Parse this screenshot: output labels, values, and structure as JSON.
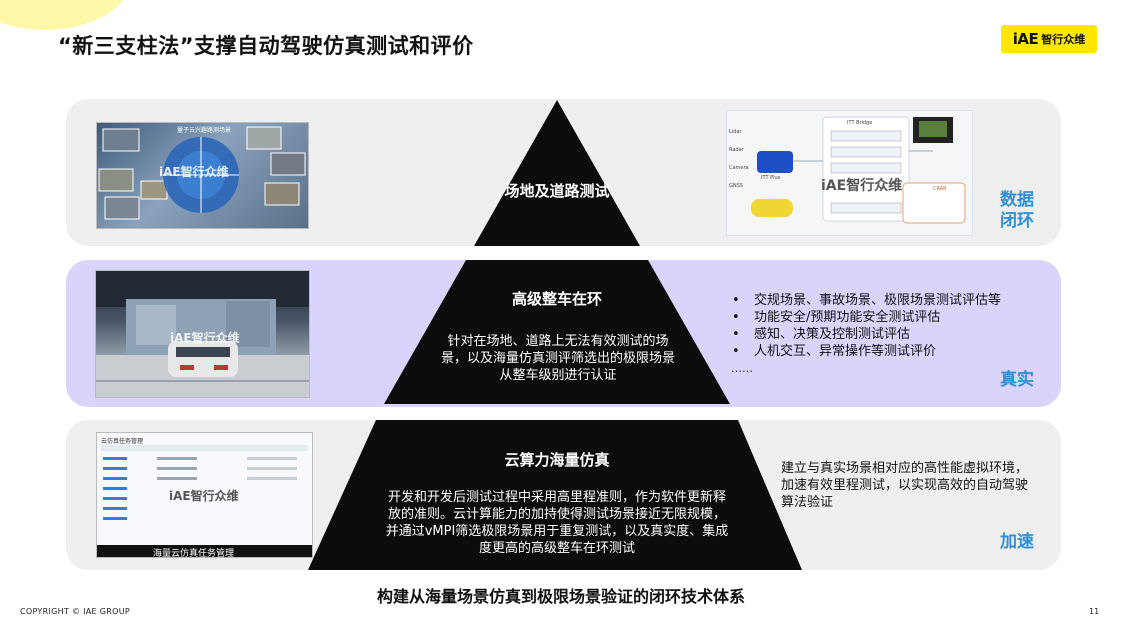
{
  "slide": {
    "title": "“新三支柱法”支撑自动驾驶仿真测试和评价",
    "logo_mark": "iAE",
    "logo_name": "智行众维",
    "bottom_title": "构建从海量场景仿真到极限场景验证的闭环技术体系",
    "copyright": "COPYRIGHT © IAE GROUP",
    "page_number": "11"
  },
  "tiers": {
    "top": {
      "title": "场地及道路测试",
      "badge": "数据闭环"
    },
    "middle": {
      "title": "高级整车在环",
      "description": "针对在场地、道路上无法有效测试的场景，以及海量仿真测评筛选出的极限场景从整车级别进行认证",
      "bullets": [
        "交规场景、事故场景、极限场景测试评估等",
        "功能安全/预期功能安全测试评估",
        "感知、决策及控制测试评估",
        "人机交互、异常操作等测试评价"
      ],
      "ellipsis": "……",
      "badge": "真实"
    },
    "bottom": {
      "title": "云算力海量仿真",
      "description": "开发和开发后测试过程中采用高里程准则，作为软件更新释放的准则。云计算能力的加持使得测试场景接近无限规模，并通过vMPI筛选极限场景用于重复测试，以及真实度、集成度更高的高级整车在环测试",
      "right_text": "建立与真实场景相对应的高性能虚拟环境，加速有效里程测试，以实现高效的自动驾驶算法验证",
      "badge": "加速"
    }
  },
  "images": {
    "photo1": {
      "center_label": "量子云兴趣路测场景",
      "watermark": "iAE智行众维"
    },
    "photo2": {
      "watermark": "iAE智行众维"
    },
    "photo3": {
      "header": "云仿真任务管理",
      "caption": "海量云仿真任务管理",
      "watermark": "iAE智行众维"
    },
    "diagram": {
      "bridge_title": "ITT Bridge",
      "sensors": [
        "Lidar",
        "Radar",
        "Camera",
        "GNSS"
      ],
      "car_label": "ITT Plus",
      "crab_label": "CRAB",
      "watermark": "iAE智行众维"
    }
  },
  "colors": {
    "band_gray": "#efefef",
    "band_purple": "#d9d4fc",
    "badge_blue": "#2f8fd8",
    "logo_yellow": "#ffe600",
    "pyramid_black": "#0c0c0c"
  }
}
